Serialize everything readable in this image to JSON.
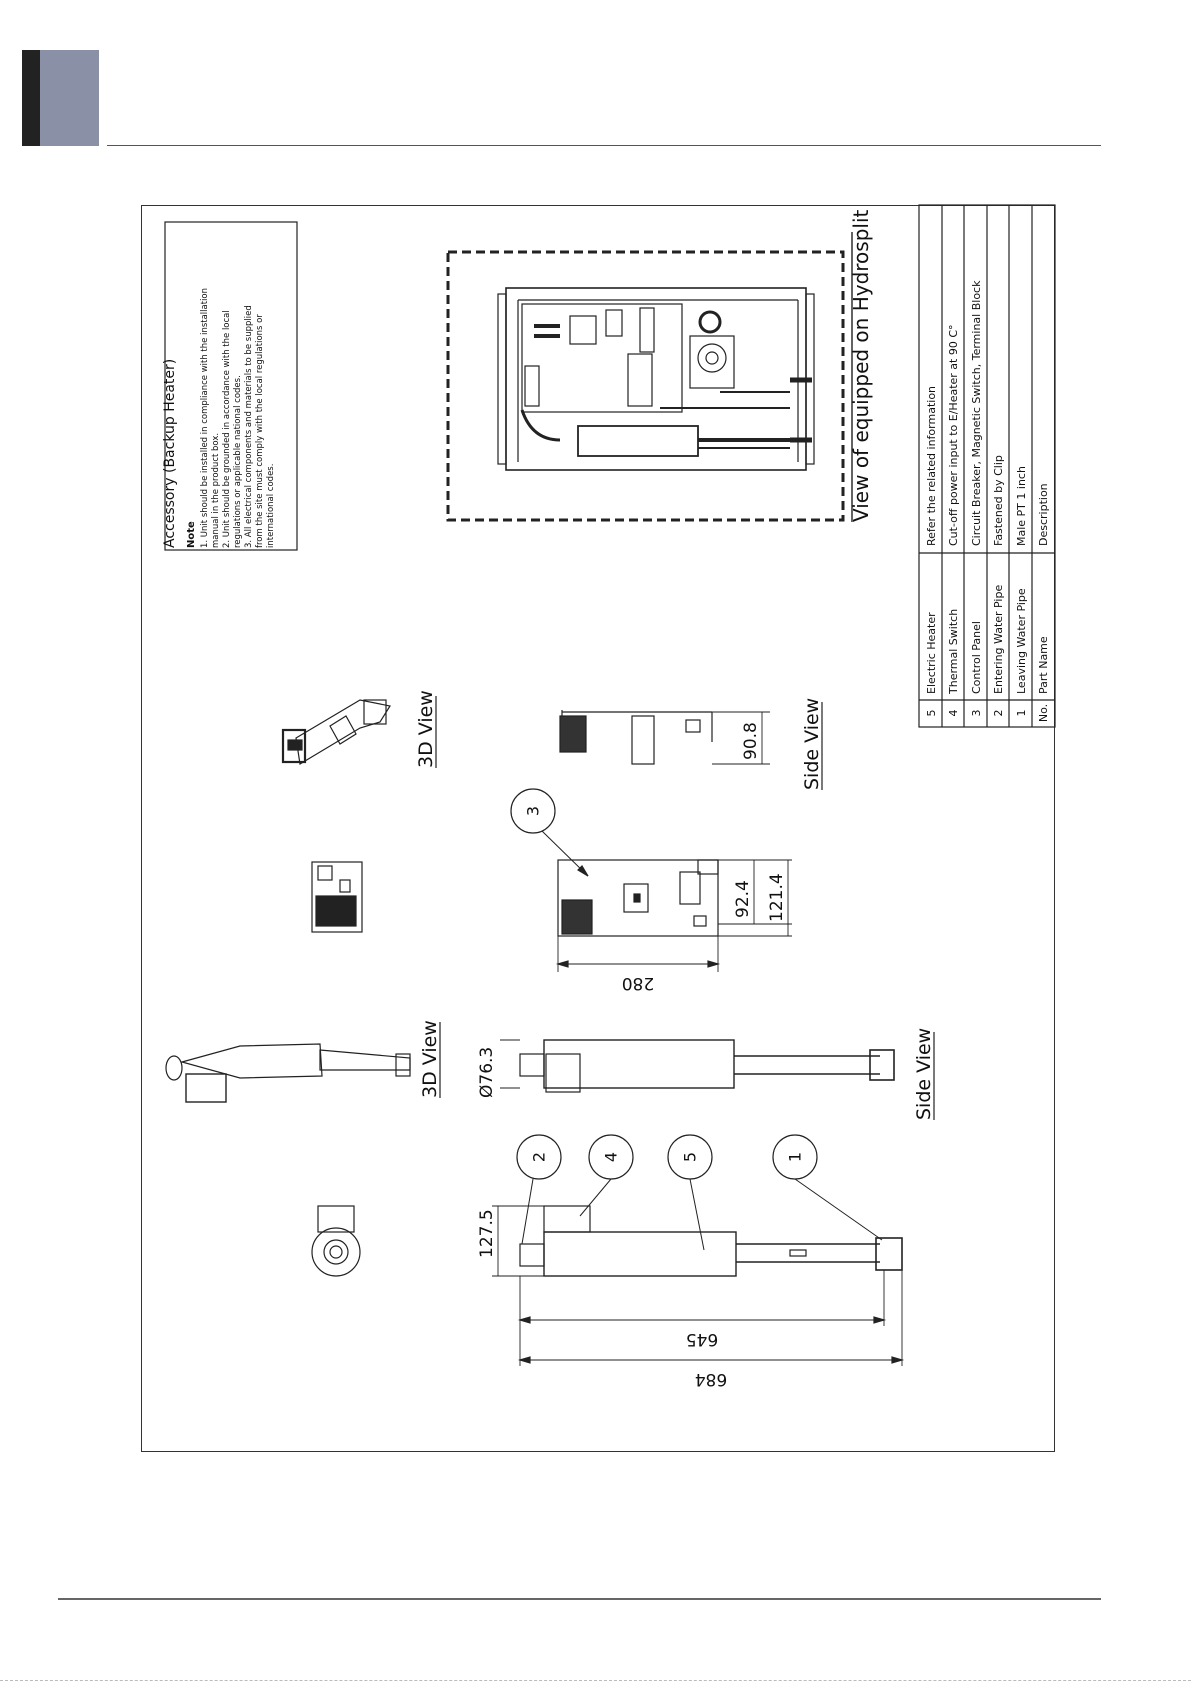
{
  "accessory": {
    "title": "Accessory (Backup Heater)",
    "note_heading": "Note",
    "notes": [
      "1. Unit should be installed in compliance with the installation",
      "   manual in the product box.",
      "2. Unit should be grounded in accordance with the local",
      "   regulations or applicable national codes.",
      "3. All electrical components and materials to be supplied",
      "   from the site must comply with the local regulations or",
      "   international codes."
    ]
  },
  "hydrosplit": {
    "caption": "View of equipped on Hydrosplit"
  },
  "control_panel": {
    "label_3d": "3D View",
    "label_side": "Side View",
    "balloon": "3",
    "dims": {
      "d280": "280",
      "d92_4": "92.4",
      "d121_4": "121.4",
      "d90_8": "90.8"
    }
  },
  "heater": {
    "label_3d": "3D View",
    "label_side": "Side View",
    "balloons": [
      "2",
      "4",
      "5",
      "1"
    ],
    "dims": {
      "d684": "684",
      "d645": "645",
      "d127_5": "127.5",
      "d76_3": "Ø76.3"
    }
  },
  "parts_table": {
    "rows": [
      {
        "no": "5",
        "name": "Electric Heater",
        "desc": "Refer the related information"
      },
      {
        "no": "4",
        "name": "Thermal Switch",
        "desc": "Cut-off power input to E/Heater at 90 C°"
      },
      {
        "no": "3",
        "name": "Control Panel",
        "desc": "Circuit Breaker, Magnetic Switch, Terminal Block"
      },
      {
        "no": "2",
        "name": "Entering Water Pipe",
        "desc": "Fastened by Clip"
      },
      {
        "no": "1",
        "name": "Leaving Water Pipe",
        "desc": "Male PT 1 inch"
      }
    ],
    "header": {
      "no": "No.",
      "name": "Part Name",
      "desc": "Description"
    }
  }
}
